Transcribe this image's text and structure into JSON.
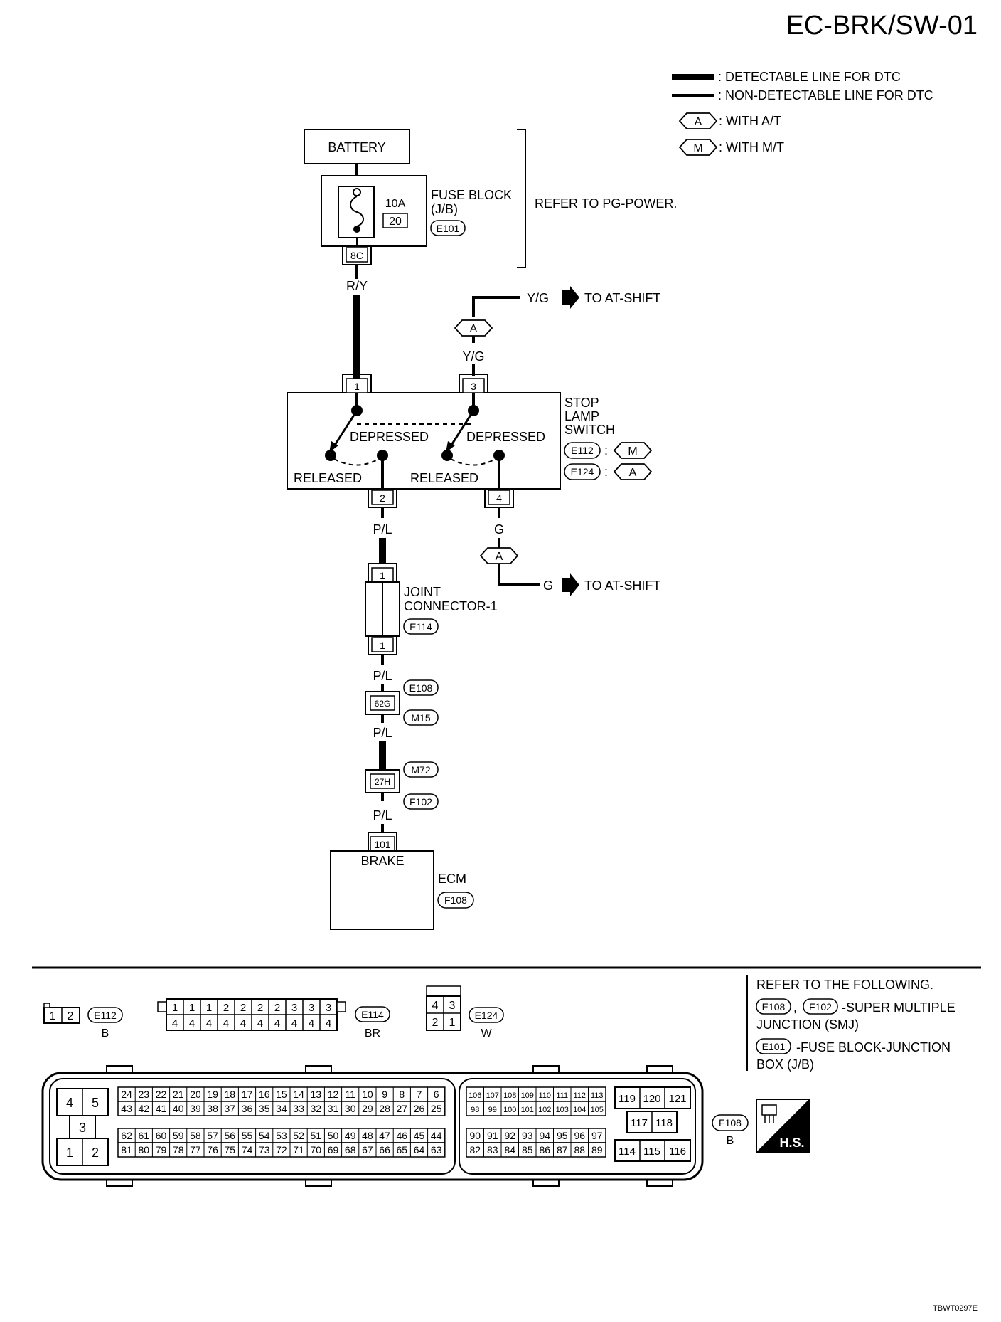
{
  "header": {
    "title": "EC-BRK/SW-01",
    "doc_code": "TBWT0297E"
  },
  "legend": {
    "detectable": ": DETECTABLE LINE FOR DTC",
    "non_detectable": ": NON-DETECTABLE LINE FOR DTC",
    "symbol_a": "A",
    "symbol_a_desc": ": WITH A/T",
    "symbol_m": "M",
    "symbol_m_desc": ": WITH M/T"
  },
  "components": {
    "battery": "BATTERY",
    "fuse_amp": "10A",
    "fuse_no": "20",
    "fuse_block_l1": "FUSE BLOCK",
    "fuse_block_l2": "(J/B)",
    "fuse_conn": "E101",
    "fuse_term": "8C",
    "refer_pg": "REFER TO PG-POWER.",
    "switch_l1": "STOP",
    "switch_l2": "LAMP",
    "switch_l3": "SWITCH",
    "switch_conn_m": "E112",
    "switch_conn_a": "E124",
    "switch_sep": ":",
    "depressed": "DEPRESSED",
    "released": "RELEASED",
    "joint_l1": "JOINT",
    "joint_l2": "CONNECTOR-1",
    "joint_conn": "E114",
    "ecm_label": "ECM",
    "ecm_conn": "F108",
    "ecm_pin_label": "BRAKE"
  },
  "terminals": {
    "sw_1": "1",
    "sw_3": "3",
    "sw_2": "2",
    "sw_4": "4",
    "joint_top": "1",
    "joint_bot": "1",
    "smj1": "62G",
    "smj2": "27H",
    "ecm": "101"
  },
  "wires": {
    "ry": "R/Y",
    "yg": "Y/G",
    "yg_out": "Y/G",
    "to_at_shift_1": "TO AT-SHIFT",
    "pl_1": "P/L",
    "pl_2": "P/L",
    "pl_3": "P/L",
    "pl_4": "P/L",
    "g": "G",
    "g_out": "G",
    "to_at_shift_2": "TO AT-SHIFT"
  },
  "junctions": {
    "e108": "E108",
    "m15": "M15",
    "m72": "M72",
    "f102": "F102"
  },
  "connector_views": {
    "e112": {
      "id": "E112",
      "color": "B",
      "pins": [
        "1",
        "2"
      ]
    },
    "e114": {
      "id": "E114",
      "color": "BR",
      "top": [
        "1",
        "1",
        "1",
        "2",
        "2",
        "2",
        "2",
        "3",
        "3",
        "3"
      ],
      "bottom": [
        "4",
        "4",
        "4",
        "4",
        "4",
        "4",
        "4",
        "4",
        "4",
        "4"
      ]
    },
    "e124": {
      "id": "E124",
      "color": "W",
      "top": [
        "4",
        "3"
      ],
      "bottom": [
        "2",
        "1"
      ]
    },
    "f108": {
      "id": "F108",
      "color": "B"
    }
  },
  "ecm_connector": {
    "left_block": [
      "4",
      "5",
      "3",
      "1",
      "2"
    ],
    "row1": [
      "24",
      "23",
      "22",
      "21",
      "20",
      "19",
      "18",
      "17",
      "16",
      "15",
      "14",
      "13",
      "12",
      "11",
      "10",
      "9",
      "8",
      "7",
      "6"
    ],
    "row2": [
      "43",
      "42",
      "41",
      "40",
      "39",
      "38",
      "37",
      "36",
      "35",
      "34",
      "33",
      "32",
      "31",
      "30",
      "29",
      "28",
      "27",
      "26",
      "25"
    ],
    "row3": [
      "62",
      "61",
      "60",
      "59",
      "58",
      "57",
      "56",
      "55",
      "54",
      "53",
      "52",
      "51",
      "50",
      "49",
      "48",
      "47",
      "46",
      "45",
      "44"
    ],
    "row4": [
      "81",
      "80",
      "79",
      "78",
      "77",
      "76",
      "75",
      "74",
      "73",
      "72",
      "71",
      "70",
      "69",
      "68",
      "67",
      "66",
      "65",
      "64",
      "63"
    ],
    "row5": [
      "106",
      "107",
      "108",
      "109",
      "110",
      "111",
      "112",
      "113"
    ],
    "row6": [
      "98",
      "99",
      "100",
      "101",
      "102",
      "103",
      "104",
      "105"
    ],
    "row7": [
      "90",
      "91",
      "92",
      "93",
      "94",
      "95",
      "96",
      "97"
    ],
    "row8": [
      "82",
      "83",
      "84",
      "85",
      "86",
      "87",
      "88",
      "89"
    ],
    "right_top": [
      "119",
      "120",
      "121"
    ],
    "right_mid": [
      "117",
      "118"
    ],
    "right_bot": [
      "114",
      "115",
      "116"
    ]
  },
  "refer": {
    "title": "REFER TO THE FOLLOWING.",
    "c1": "E108",
    "comma": ",",
    "c2": "F102",
    "smj_l1": "-SUPER MULTIPLE",
    "smj_l2": "JUNCTION (SMJ)",
    "c3": "E101",
    "fb_l1": "-FUSE BLOCK-JUNCTION",
    "fb_l2": "BOX (J/B)"
  },
  "hs_label": "H.S."
}
